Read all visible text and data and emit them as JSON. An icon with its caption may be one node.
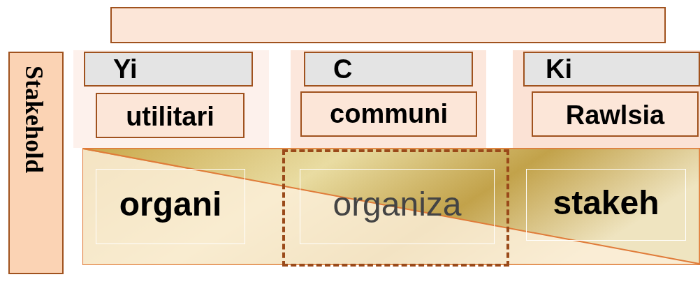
{
  "diagram": {
    "nodes": [
      {
        "text": [],
        "shape": "box"
      },
      {
        "text": [
          "Stakehold"
        ]
      },
      {
        "text": [],
        "shape": "band"
      },
      {
        "text": [],
        "shape": "band"
      },
      {
        "text": [],
        "shape": "band"
      },
      {
        "text": [
          "Yi"
        ],
        "in": 2
      },
      {
        "text": [
          "C"
        ],
        "in": 3
      },
      {
        "text": [
          "Ki"
        ],
        "in": 4
      },
      {
        "text": [
          "utilitari"
        ],
        "in": 2
      },
      {
        "text": [
          "communi"
        ],
        "in": 3
      },
      {
        "text": [
          "Rawlsia"
        ],
        "in": 4
      },
      {
        "text": [],
        "shape": "band"
      },
      {
        "text": [
          "organi"
        ],
        "in": 11
      },
      {
        "text": [],
        "shape": "box",
        "in": 11
      },
      {
        "text": [
          "organiza"
        ],
        "in": 13
      },
      {
        "text": [
          "stakeh"
        ],
        "in": 11
      }
    ],
    "edges": []
  }
}
